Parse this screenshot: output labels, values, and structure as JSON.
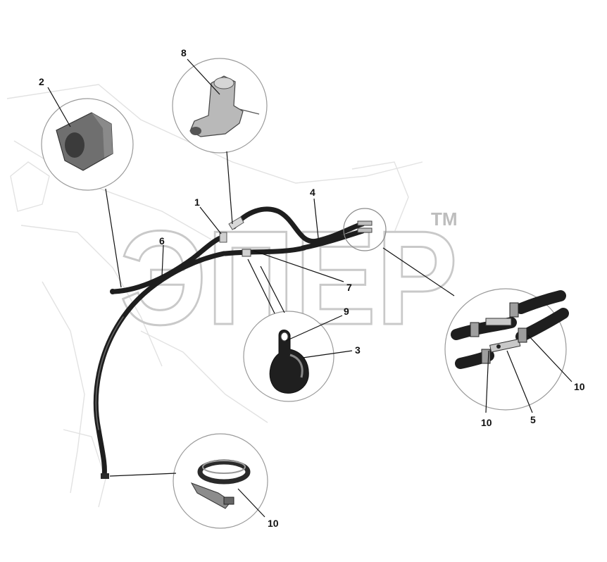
{
  "diagram": {
    "watermark": {
      "letters": "ЭПЕР",
      "trademark": "TM"
    },
    "callouts": [
      {
        "id": "c1",
        "label": "1"
      },
      {
        "id": "c2",
        "label": "2"
      },
      {
        "id": "c3",
        "label": "3"
      },
      {
        "id": "c4",
        "label": "4"
      },
      {
        "id": "c5",
        "label": "5"
      },
      {
        "id": "c6",
        "label": "6"
      },
      {
        "id": "c7",
        "label": "7"
      },
      {
        "id": "c8",
        "label": "8"
      },
      {
        "id": "c9",
        "label": "9"
      },
      {
        "id": "c10a",
        "label": "10"
      },
      {
        "id": "c10b",
        "label": "10"
      },
      {
        "id": "c10c",
        "label": "10"
      }
    ]
  }
}
